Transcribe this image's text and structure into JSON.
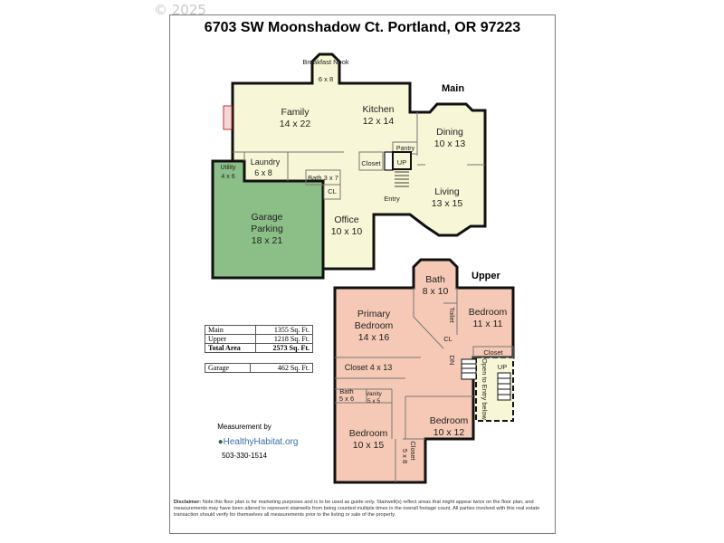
{
  "watermark": "© 2025",
  "title": "6703 SW Moonshadow Ct. Portland, OR 97223",
  "floors": {
    "main": {
      "label": "Main",
      "rooms": [
        {
          "name": "Breakfast Nook",
          "size": "6 x 8"
        },
        {
          "name": "Family",
          "size": "14 x 22"
        },
        {
          "name": "Kitchen",
          "size": "12 x 14"
        },
        {
          "name": "Dining",
          "size": "10 x 13"
        },
        {
          "name": "Laundry",
          "size": "6 x 8"
        },
        {
          "name": "Utility",
          "size": "4 x 6"
        },
        {
          "name": "Bath 3 x 7"
        },
        {
          "name": "CL"
        },
        {
          "name": "Closet"
        },
        {
          "name": "Pantry"
        },
        {
          "name": "UP"
        },
        {
          "name": "Entry"
        },
        {
          "name": "Living",
          "size": "13 x 15"
        },
        {
          "name": "Office",
          "size": "10 x 10"
        },
        {
          "name": "Garage Parking",
          "size": "18 x 21"
        }
      ]
    },
    "upper": {
      "label": "Upper",
      "rooms": [
        {
          "name": "Bath",
          "size": "8 x 10"
        },
        {
          "name": "Primary Bedroom",
          "size": "14 x 16"
        },
        {
          "name": "Toilet"
        },
        {
          "name": "Bedroom",
          "size": "11 x 11"
        },
        {
          "name": "CL"
        },
        {
          "name": "Closet"
        },
        {
          "name": "Closet 4 x 13"
        },
        {
          "name": "DN"
        },
        {
          "name": "UP"
        },
        {
          "name": "Open to Entry below"
        },
        {
          "name": "Bath",
          "size": "5 x 6"
        },
        {
          "name": "Vanity",
          "size": "5 x 5"
        },
        {
          "name": "Bedroom",
          "size": "10 x 12"
        },
        {
          "name": "Bedroom",
          "size": "10 x 15"
        },
        {
          "name": "Closet",
          "size": "5 x 8"
        }
      ]
    }
  },
  "area_table": [
    {
      "label": "Main",
      "value": "1355 Sq. Ft."
    },
    {
      "label": "Upper",
      "value": "1218 Sq. Ft."
    },
    {
      "label": "Total Area",
      "value": "2573 Sq. Ft."
    }
  ],
  "garage_table": {
    "label": "Garage",
    "value": "462 Sq. Ft."
  },
  "measurement": {
    "label": "Measurement by",
    "logo_text": "HealthyHabitat.org",
    "phone": "503-330-1514"
  },
  "disclaimer": {
    "label": "Disclaimer:",
    "text": "Note this floor plan is for marketing purposes and is to be used as guide only.  Stairwell(s) reflect areas that might appear twice on the floor plan, and measurements may have been altered to represent stairwells from being counted multiple times in the overall footage count.  All parties involved with this real estate transaction should verify for themselves all measurements prior to the listing or sale of the property."
  },
  "colors": {
    "main_fill": "#f7f6d6",
    "garage_fill": "#8cbf88",
    "upper_fill": "#f5c9b5",
    "wall": "#111111"
  }
}
